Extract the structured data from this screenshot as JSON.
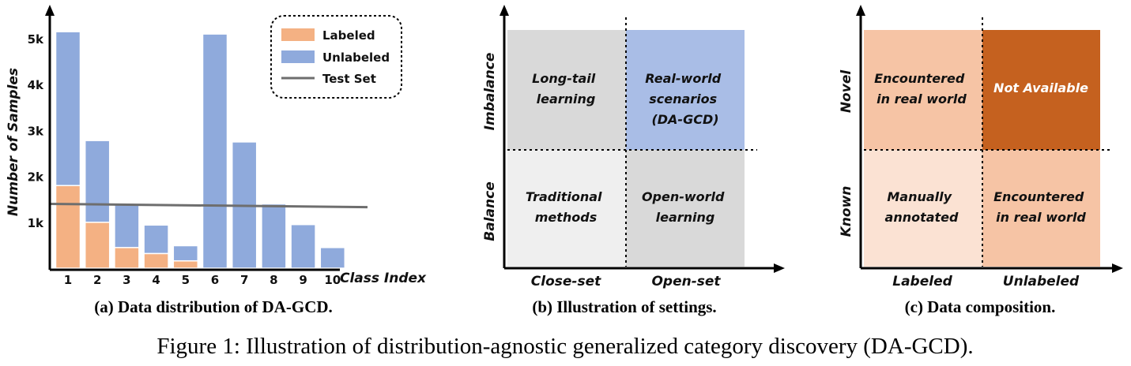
{
  "chart_data": [
    {
      "type": "bar",
      "title": "(a) Data distribution of DA-GCD.",
      "ylabel": "Number of Samples",
      "xlabel": "Class Index",
      "ylim": [
        0,
        5600
      ],
      "yticks": [
        1000,
        2000,
        3000,
        4000,
        5000
      ],
      "ytick_labels": [
        "1k",
        "2k",
        "3k",
        "4k",
        "5k"
      ],
      "categories": [
        "1",
        "2",
        "3",
        "4",
        "5",
        "6",
        "7",
        "8",
        "9",
        "10"
      ],
      "stacked": true,
      "series": [
        {
          "name": "Labeled",
          "color": "#f4b183",
          "values": [
            1800,
            1000,
            450,
            320,
            160,
            0,
            0,
            0,
            0,
            0
          ]
        },
        {
          "name": "Unlabeled",
          "color": "#8faadc",
          "values": [
            3350,
            1780,
            950,
            620,
            330,
            5100,
            2750,
            1400,
            950,
            450
          ]
        }
      ],
      "reference_line": {
        "name": "Test Set",
        "color": "#6e6e6e",
        "y_start": 1400,
        "y_end": 1330
      },
      "legend": "top-right"
    },
    {
      "type": "table",
      "title": "(b) Illustration of settings.",
      "x_categories": [
        "Close-set",
        "Open-set"
      ],
      "y_categories": [
        "Balance",
        "Imbalance"
      ],
      "cells": {
        "balance_closeset": "Traditional methods",
        "balance_openset": "Open-world learning",
        "imbalance_closeset": "Long-tail learning",
        "imbalance_openset": "Real-world scenarios (DA-GCD)"
      },
      "colors": {
        "balance_closeset": "#efefef",
        "balance_openset": "#d9d9d9",
        "imbalance_closeset": "#d9d9d9",
        "imbalance_openset": "#a9bde6"
      }
    },
    {
      "type": "table",
      "title": "(c) Data composition.",
      "x_categories": [
        "Labeled",
        "Unlabeled"
      ],
      "y_categories": [
        "Known",
        "Novel"
      ],
      "cells": {
        "known_labeled": "Manually annotated",
        "known_unlabeled": "Encountered in real world",
        "novel_labeled": "Encountered in real world",
        "novel_unlabeled": "Not Available"
      },
      "colors": {
        "known_labeled": "#fbe2d3",
        "known_unlabeled": "#f6c4a5",
        "novel_labeled": "#f6c4a5",
        "novel_unlabeled": "#c5611f"
      }
    }
  ],
  "panel_a": {
    "ylabel": "Number of Samples",
    "xlabel": "Class Index",
    "legend": {
      "labeled": "Labeled",
      "unlabeled": "Unlabeled",
      "test": "Test Set"
    }
  },
  "panel_b": {
    "y_top": "Imbalance",
    "y_bottom": "Balance",
    "x_left": "Close-set",
    "x_right": "Open-set",
    "cell_tl": [
      "Long-tail",
      "learning"
    ],
    "cell_tr": [
      "Real-world",
      "scenarios",
      "(DA-GCD)"
    ],
    "cell_bl": [
      "Traditional",
      "methods"
    ],
    "cell_br": [
      "Open-world",
      "learning"
    ]
  },
  "panel_c": {
    "y_top": "Novel",
    "y_bottom": "Known",
    "x_left": "Labeled",
    "x_right": "Unlabeled",
    "cell_tl": [
      "Encountered",
      "in real world"
    ],
    "cell_tr": [
      "Not Available"
    ],
    "cell_bl": [
      "Manually",
      "annotated"
    ],
    "cell_br": [
      "Encountered",
      "in real world"
    ]
  },
  "captions": {
    "a": "(a) Data distribution of DA-GCD.",
    "b": "(b) Illustration of settings.",
    "c": "(c) Data composition.",
    "figure": "Figure 1: Illustration of distribution-agnostic generalized category discovery (DA-GCD)."
  }
}
